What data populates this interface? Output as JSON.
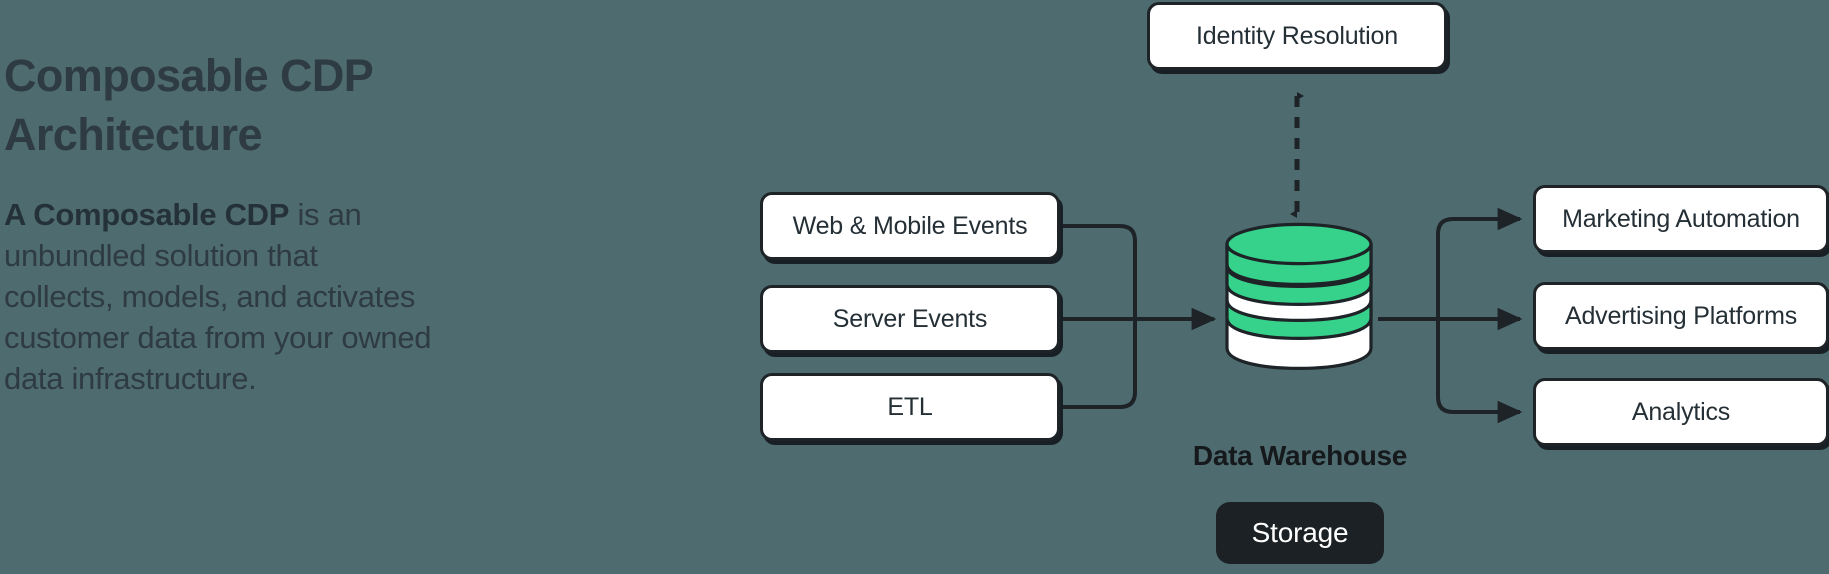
{
  "page": {
    "background_color": "#4e6b6f",
    "accent_green": "#36d18a",
    "ink": "#1d2327",
    "box_fill": "#ffffff"
  },
  "intro": {
    "headline": "Composable CDP\nArchitecture",
    "body_lead": "A Composable CDP",
    "body_rest": " is an unbundled solution that collects, models, and activates customer data from your owned data infrastructure."
  },
  "diagram": {
    "inputs": [
      {
        "id": "web",
        "label": "Web & Mobile Events"
      },
      {
        "id": "server",
        "label": "Server Events"
      },
      {
        "id": "etl",
        "label": "ETL"
      }
    ],
    "identity": {
      "label": "Identity Resolution"
    },
    "warehouse": {
      "label": "Data Warehouse",
      "storage_label": "Storage",
      "icon": "database-cylinder-icon"
    },
    "outputs": [
      {
        "id": "marketing",
        "label": "Marketing Automation"
      },
      {
        "id": "ads",
        "label": "Advertising Platforms"
      },
      {
        "id": "analytics",
        "label": "Analytics"
      }
    ]
  }
}
